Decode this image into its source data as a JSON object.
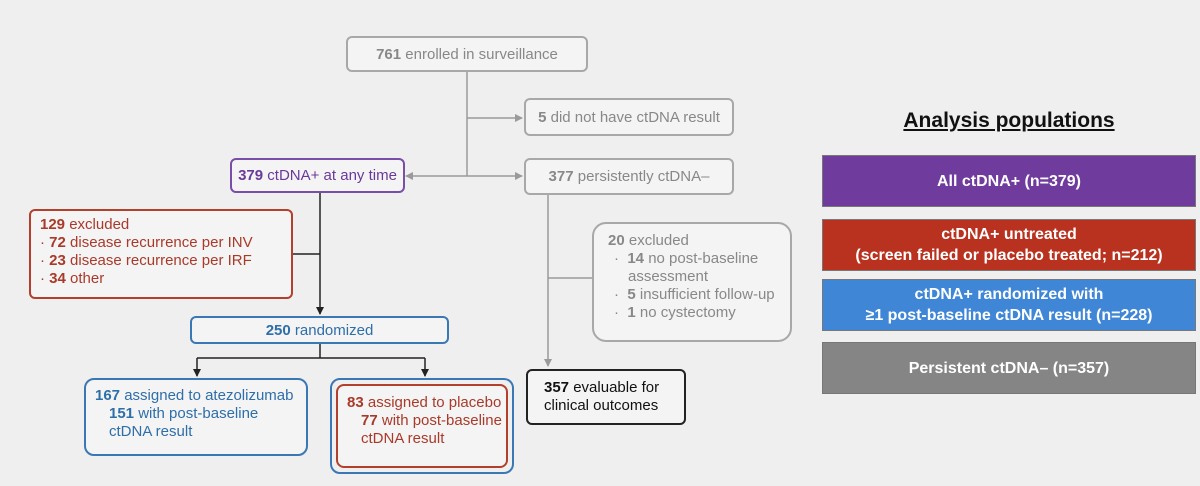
{
  "flow": {
    "enrolled": {
      "num": "761",
      "text": "enrolled in surveillance"
    },
    "no_result": {
      "num": "5",
      "text": "did not have ctDNA result"
    },
    "ctdna_pos": {
      "num": "379",
      "text": "ctDNA+ at any time"
    },
    "persist_neg": {
      "num": "377",
      "text": "persistently ctDNA–"
    },
    "excluded_left": {
      "num": "129",
      "text": "excluded",
      "items": [
        {
          "num": "72",
          "text": "disease recurrence per INV"
        },
        {
          "num": "23",
          "text": "disease recurrence per IRF"
        },
        {
          "num": "34",
          "text": "other"
        }
      ]
    },
    "randomized": {
      "num": "250",
      "text": "randomized"
    },
    "atezo": {
      "num": "167",
      "text": "assigned to atezolizumab",
      "sub_num": "151",
      "sub_text": "with post-baseline",
      "sub_text2": "ctDNA result"
    },
    "placebo": {
      "num": "83",
      "text": "assigned to placebo",
      "sub_num": "77",
      "sub_text": "with post-baseline",
      "sub_text2": "ctDNA result"
    },
    "excluded_right": {
      "num": "20",
      "text": "excluded",
      "items": [
        {
          "num": "14",
          "text": "no post-baseline",
          "text2": "assessment"
        },
        {
          "num": "5",
          "text": "insufficient follow-up"
        },
        {
          "num": "1",
          "text": "no cystectomy"
        }
      ]
    },
    "evaluable": {
      "num": "357",
      "text": "evaluable for",
      "text2": "clinical outcomes"
    },
    "bullet": "·"
  },
  "legend": {
    "title": "Analysis populations",
    "items": [
      {
        "line1": "All ctDNA+ (n=379)",
        "line2": "",
        "color": "#6f3c9e"
      },
      {
        "line1": "ctDNA+ untreated",
        "line2": "(screen failed or placebo treated; n=212)",
        "color": "#b8321f"
      },
      {
        "line1": "ctDNA+ randomized with",
        "line2": "≥1 post-baseline ctDNA result (n=228)",
        "color": "#3f86d6"
      },
      {
        "line1": "Persistent ctDNA– (n=357)",
        "line2": "",
        "color": "#858585"
      }
    ]
  }
}
